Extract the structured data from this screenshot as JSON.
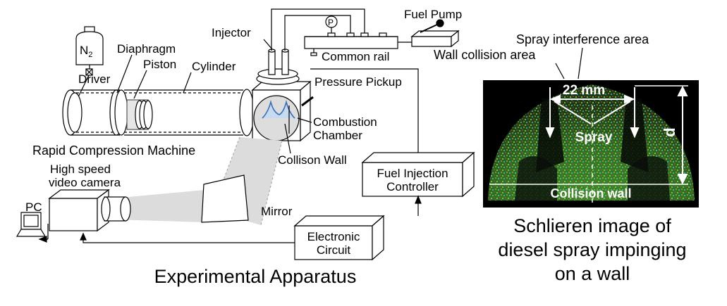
{
  "apparatus": {
    "caption": "Experimental Apparatus",
    "labels": {
      "injector": "Injector",
      "pressure_symbol": "P",
      "fuel_pump": "Fuel Pump",
      "common_rail": "Common rail",
      "n2": "N",
      "n2_sub": "2",
      "diaphragm": "Diaphragm",
      "driver": "Driver",
      "piston": "Piston",
      "cylinder": "Cylinder",
      "pressure_pickup": "Pressure Pickup",
      "combustion_chamber_l1": "Combustion",
      "combustion_chamber_l2": "Chamber",
      "rcm": "Rapid Compression Machine",
      "collision_wall": "Collison Wall",
      "camera_l1": "High speed",
      "camera_l2": "video camera",
      "pc": "PC",
      "mirror": "Mirror",
      "fic_l1": "Fuel Injection",
      "fic_l2": "Controller",
      "ec_l1": "Electronic",
      "ec_l2": "Circuit"
    }
  },
  "schlieren": {
    "label_interference": "Spray interference area",
    "label_wall_collision": "Wall collision area",
    "dimension": "22 mm",
    "spray": "Spray",
    "d": "d",
    "collision_wall": "Collision wall",
    "caption_l1": "Schlieren image of",
    "caption_l2": "diesel spray impinging",
    "caption_l3": "on a wall"
  }
}
